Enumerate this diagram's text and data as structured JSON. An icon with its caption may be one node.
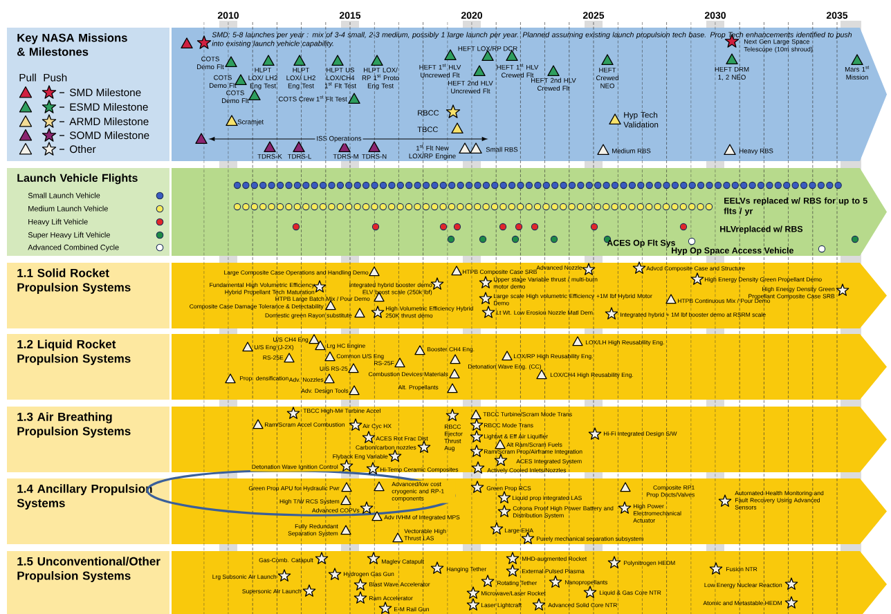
{
  "diagram": {
    "nodes": [
      {
        "text": [
          "Key NASA Missions & Milestones"
        ]
      },
      {
        "text": [
          "Launch Vehicle Flights"
        ]
      },
      {
        "text": [
          "1.1 Solid Rocket Propulsion Systems"
        ]
      },
      {
        "text": [
          "1.2 Liquid Rocket Propulsion Systems"
        ]
      },
      {
        "text": [
          "1.3 Air Breathing Propulsion Systems"
        ]
      },
      {
        "text": [
          "1.4 Ancillary Propulsion Systems"
        ]
      },
      {
        "text": [
          "1.5 Unconventional/Other Propulsion Systems"
        ]
      }
    ],
    "labels": [
      "2010",
      "2015",
      "2020",
      "2025",
      "2030",
      "2035",
      "SMD: 5-8 launches per year : mix of 3-4 small, 2-3 medium, possibly 1 large launch per year. Planned assuming existing launch propulsion tech base. Prop Tech enhancements identified to push into existing launch vehicle capability.",
      "Pull",
      "Push",
      "COTS Demo Flt",
      "COTS Demo Flt",
      "COTS Demo Flt",
      "HLPT LOX/ LH2 Eng Test",
      "HLPT LOX/ LH2 Eng Test",
      "HLPT US LOX/CH4 1$^{st}$ Flt Test",
      "HLPT LOX/ RP 1$^{st}$ Proto Eng Test",
      "COTS Crew 1$^{st}$ Flt Test",
      "Scramjet",
      "ISS Operations",
      "TDRS-K",
      "TDRS-L",
      "TDRS-M",
      "TDRS-N",
      "1$^{st}$ Flt New LOX/RP Engine",
      "Small RBS",
      "RBCC",
      "TBCC",
      "HEFT 1$^{st}$ HLV Uncrewed Flt",
      "HEFT LOX/RP DCR",
      "HEFT 2nd HLV Uncrewed Flt",
      "HEFT 1$^{st}$ HLV Crewed Flt",
      "HEFT 2nd HLV Crewed Flt",
      "HEFT Crewed NEO",
      "Hyp Tech Validation",
      "Medium RBS",
      "Next Gen Large Space Telescope (10m shroud)",
      "HEFT DRM 1, 2 NEO",
      "Mars 1$^{st}$ Mission",
      "Heavy RBS",
      "EELVs replaced w/ RBS for up to 5 flts / yr",
      "HLVreplaced w/ RBS",
      "ACES Op Flt Sys",
      "Hyp Op Space Access Vehicle",
      "Large Composite Case Operations and Handling Demo",
      "Fundamental High Volumetric Efficiency Hybrid Propellant Tech Maturation",
      "Integrated hybrid booster demo ELV boost scale (250k lbf)",
      "HTPB Large Batch Mix / Pour Demo",
      "Composite Case Damage Tolerance & Detectability",
      "Domestic green Rayon substitute",
      "High Volumetric Efficiency Hybrid 250K thrust demo",
      "HTPB Composite Case SRB",
      "Upper stage Variable thrust / multi-burn motor demo",
      "Large scale High volumetric Efficiency +1M lbf Hybrid Motor Demo",
      "Lt Wt. Low Erosion Nozzle Matl Dem",
      "Advanced Nozzle",
      "Advcd Composite Case and Structure",
      "High Energy Density Green Propellant Demo",
      "High Energy Density Green Propellant Composite Case SRB",
      "HTPB Continuous Mix / Pour Demo",
      "Integrated hybrid + 1M lbf booster demo at RSRM scale",
      "U/S CH4 Eng",
      "U/S Eng (J-2X)",
      "Lrg HC Engine",
      "RS-25E",
      "Common U/S Eng",
      "RS-25F",
      "U/S RS-25",
      "Prop. densification",
      "Adv. Nozzles",
      "Adv. Design Tools",
      "Combustion Devices Materials",
      "Alt. Propellants",
      "Booster CH4 Eng.",
      "LOX/RP High Reusability Eng.",
      "Detonation Wave Eng. (CC)",
      "LOX/LH High Reusability Eng.",
      "LOX/CH4 High Reusability Eng.",
      "TBCC High-M# Turbine Accel",
      "Ram/Scram Accel Combustion",
      "Air Cyc HX",
      "ACES Rot Frac Dist",
      "Carbon/carbon nozzles",
      "Flyback Eng Variable",
      "Detonation Wave Ignition Control",
      "Hi-Temp Ceramic Composites",
      "RBCC Ejector Thrust Aug",
      "TBCC Turbine/Scram Mode Trans",
      "RBCC Mode Trans",
      "Lightwt & Eff Air Liquifier",
      "Alt Ram/Scram Fuels",
      "Ram/Scram Prop/Airframe Integration",
      "ACES Integrated System",
      "Actively Cooled Inlets/Nozzles",
      "Hi-Fi Integrated Design S/W",
      "Green Prop APU for Hydraulic Pwr",
      "Advanced/low cost cryogenic and RP-1 components",
      "High T/W RCS System",
      "Advanced COPVs",
      "Adv IVHM of Integrated MPS",
      "Fully Redundant Separation System",
      "Vectorable High Thrust LAS",
      "Green Prop RCS",
      "Liquid prop integrated LAS",
      "Corona Proof High Power Battery and Distribution System",
      "Large EHA",
      "Purely mechanical separation subsystem",
      "Composite RP1 Prop Ducts/Valves",
      "High Power Electromechanical Actuator",
      "Automated Health Monitoring and Fault Recovery Using Advanced Sensors",
      "Gas-Comb. Catapult",
      "Maglev Catapult",
      "Lrg Subsonic Air Launch",
      "Hydrogen Gas Gun",
      "Hanging Tether",
      "Supersonic Air Launch",
      "Blast Wave Accelerator",
      "Ram Accelerator",
      "E-M Rail Gun",
      "MHD-augmented Rocket",
      "External Pulsed Plasma",
      "Rotating Tether",
      "Nanopropellants",
      "Microwave/Laser Rocket",
      "Liquid & Gas Core NTR",
      "Laser Lightcraft",
      "Advanced Solid Core NTR",
      "Polynitrogen HEDM",
      "Fusion NTR",
      "Low Energy Nuclear Reaction",
      "Atomic and Metastable HEDM"
    ],
    "legend": [
      {
        "text": "SMD Milestone"
      },
      {
        "text": "ESMD Milestone"
      },
      {
        "text": "ARMD Milestone"
      },
      {
        "text": "SOMD Milestone"
      },
      {
        "text": "Other"
      },
      {
        "text": "Small Launch Vehicle",
        "color": "#3a5bbf"
      },
      {
        "text": "Medium Launch Vehicle",
        "color": "#f6ea5a"
      },
      {
        "text": "Heavy Lift Vehicle",
        "color": "#e0262a"
      },
      {
        "text": "Super Heavy Lift Vehicle",
        "color": "#1e8a46"
      },
      {
        "text": "Advanced Combined Cycle",
        "color": "#ffffff"
      }
    ]
  }
}
